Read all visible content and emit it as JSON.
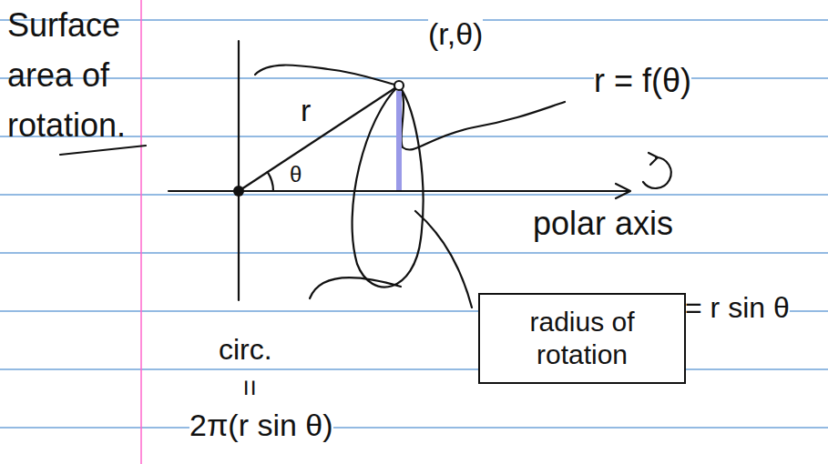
{
  "diagram": {
    "title": "Surface area of rotation.",
    "nodes": [
      {
        "text": [
          "radius of rotation"
        ]
      }
    ],
    "labels": [
      "(r,θ)",
      "r = f(θ)",
      "r",
      "θ",
      "polar axis",
      "circ.",
      "=",
      "2π(r sin θ)",
      "= r sin θ"
    ]
  }
}
